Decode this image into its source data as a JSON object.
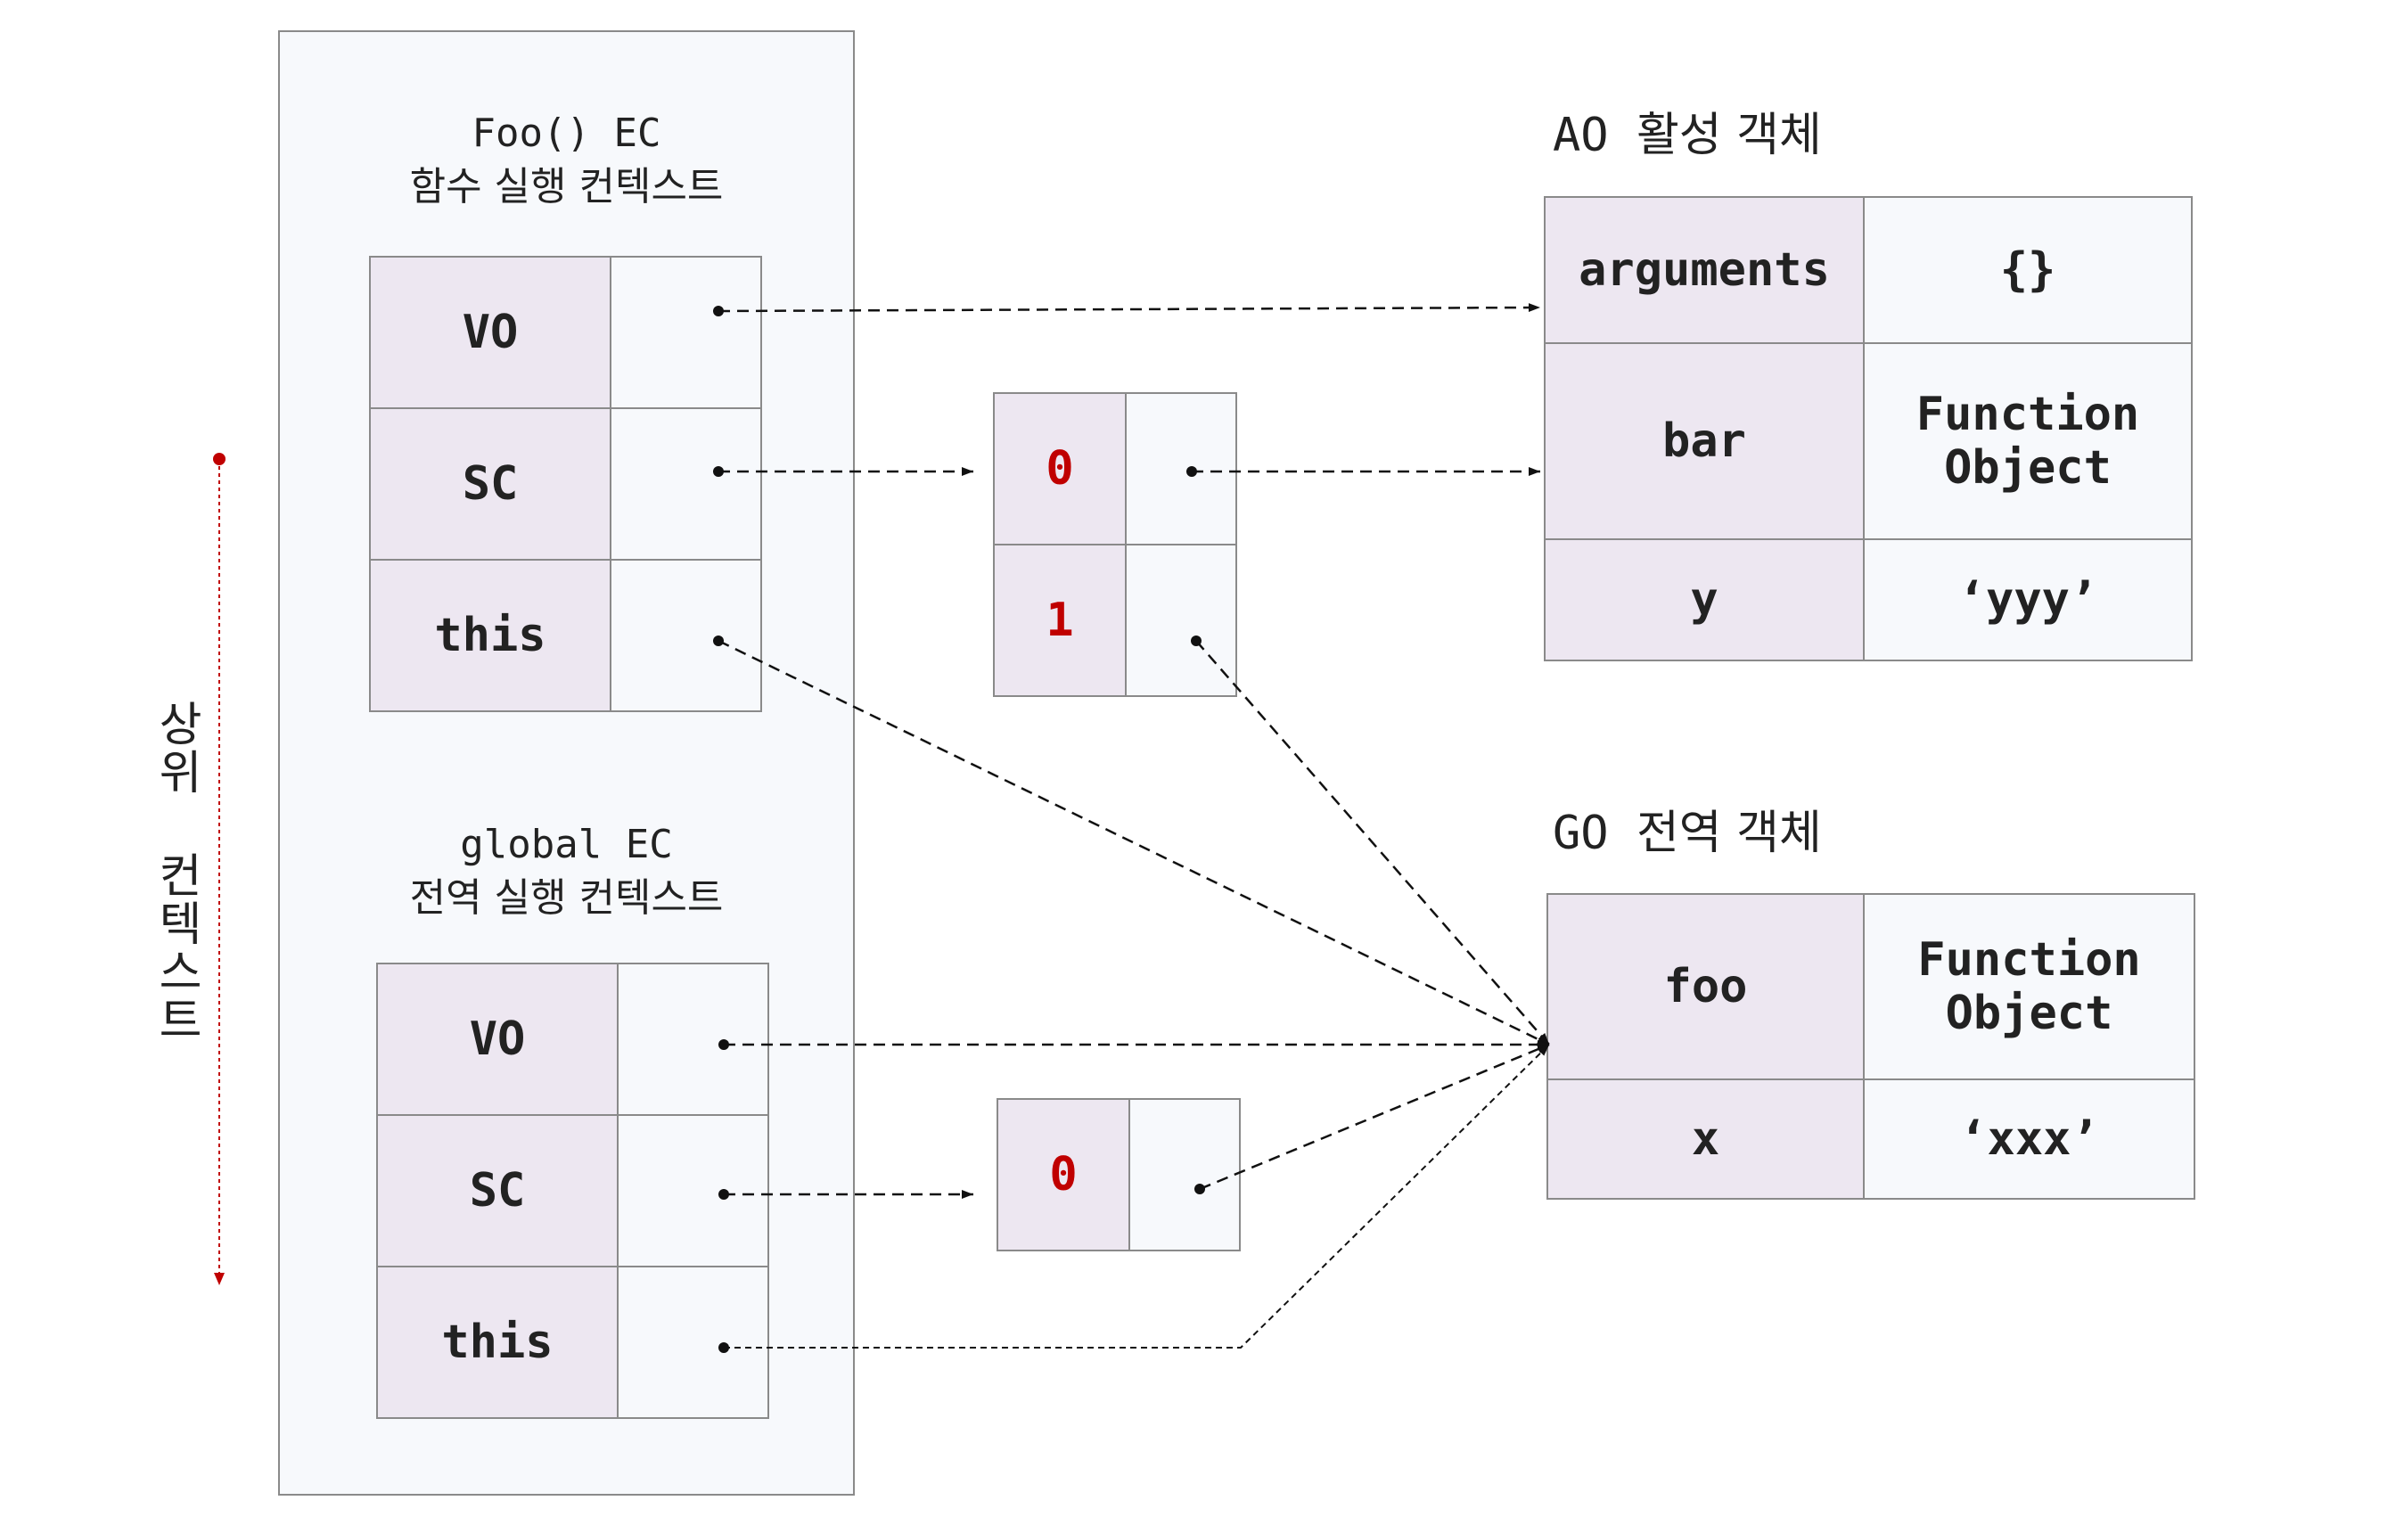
{
  "side_label": "상위 컨텍스트",
  "foo_ec": {
    "title": "Foo() EC",
    "subtitle": "함수 실행 컨텍스트",
    "rows": [
      "VO",
      "SC",
      "this"
    ]
  },
  "global_ec": {
    "title": "global EC",
    "subtitle": "전역 실행 컨텍스트",
    "rows": [
      "VO",
      "SC",
      "this"
    ]
  },
  "foo_scope_chain": [
    "0",
    "1"
  ],
  "global_scope_chain": [
    "0"
  ],
  "ao": {
    "heading_code": "AO",
    "heading_ko": "활성 객체",
    "rows": [
      {
        "key": "arguments",
        "value": "{}"
      },
      {
        "key": "bar",
        "value": "Function Object"
      },
      {
        "key": "y",
        "value": "‘yyy’"
      }
    ]
  },
  "go": {
    "heading_code": "GO",
    "heading_ko": "전역 객체",
    "rows": [
      {
        "key": "foo",
        "value": "Function Object"
      },
      {
        "key": "x",
        "value": "‘xxx’"
      }
    ]
  },
  "colors": {
    "key_fill": "#ede7f1",
    "value_fill": "#f7f9fc",
    "border": "#8a8a8a",
    "index_text": "#c00000",
    "side_arrow": "#c00000"
  }
}
